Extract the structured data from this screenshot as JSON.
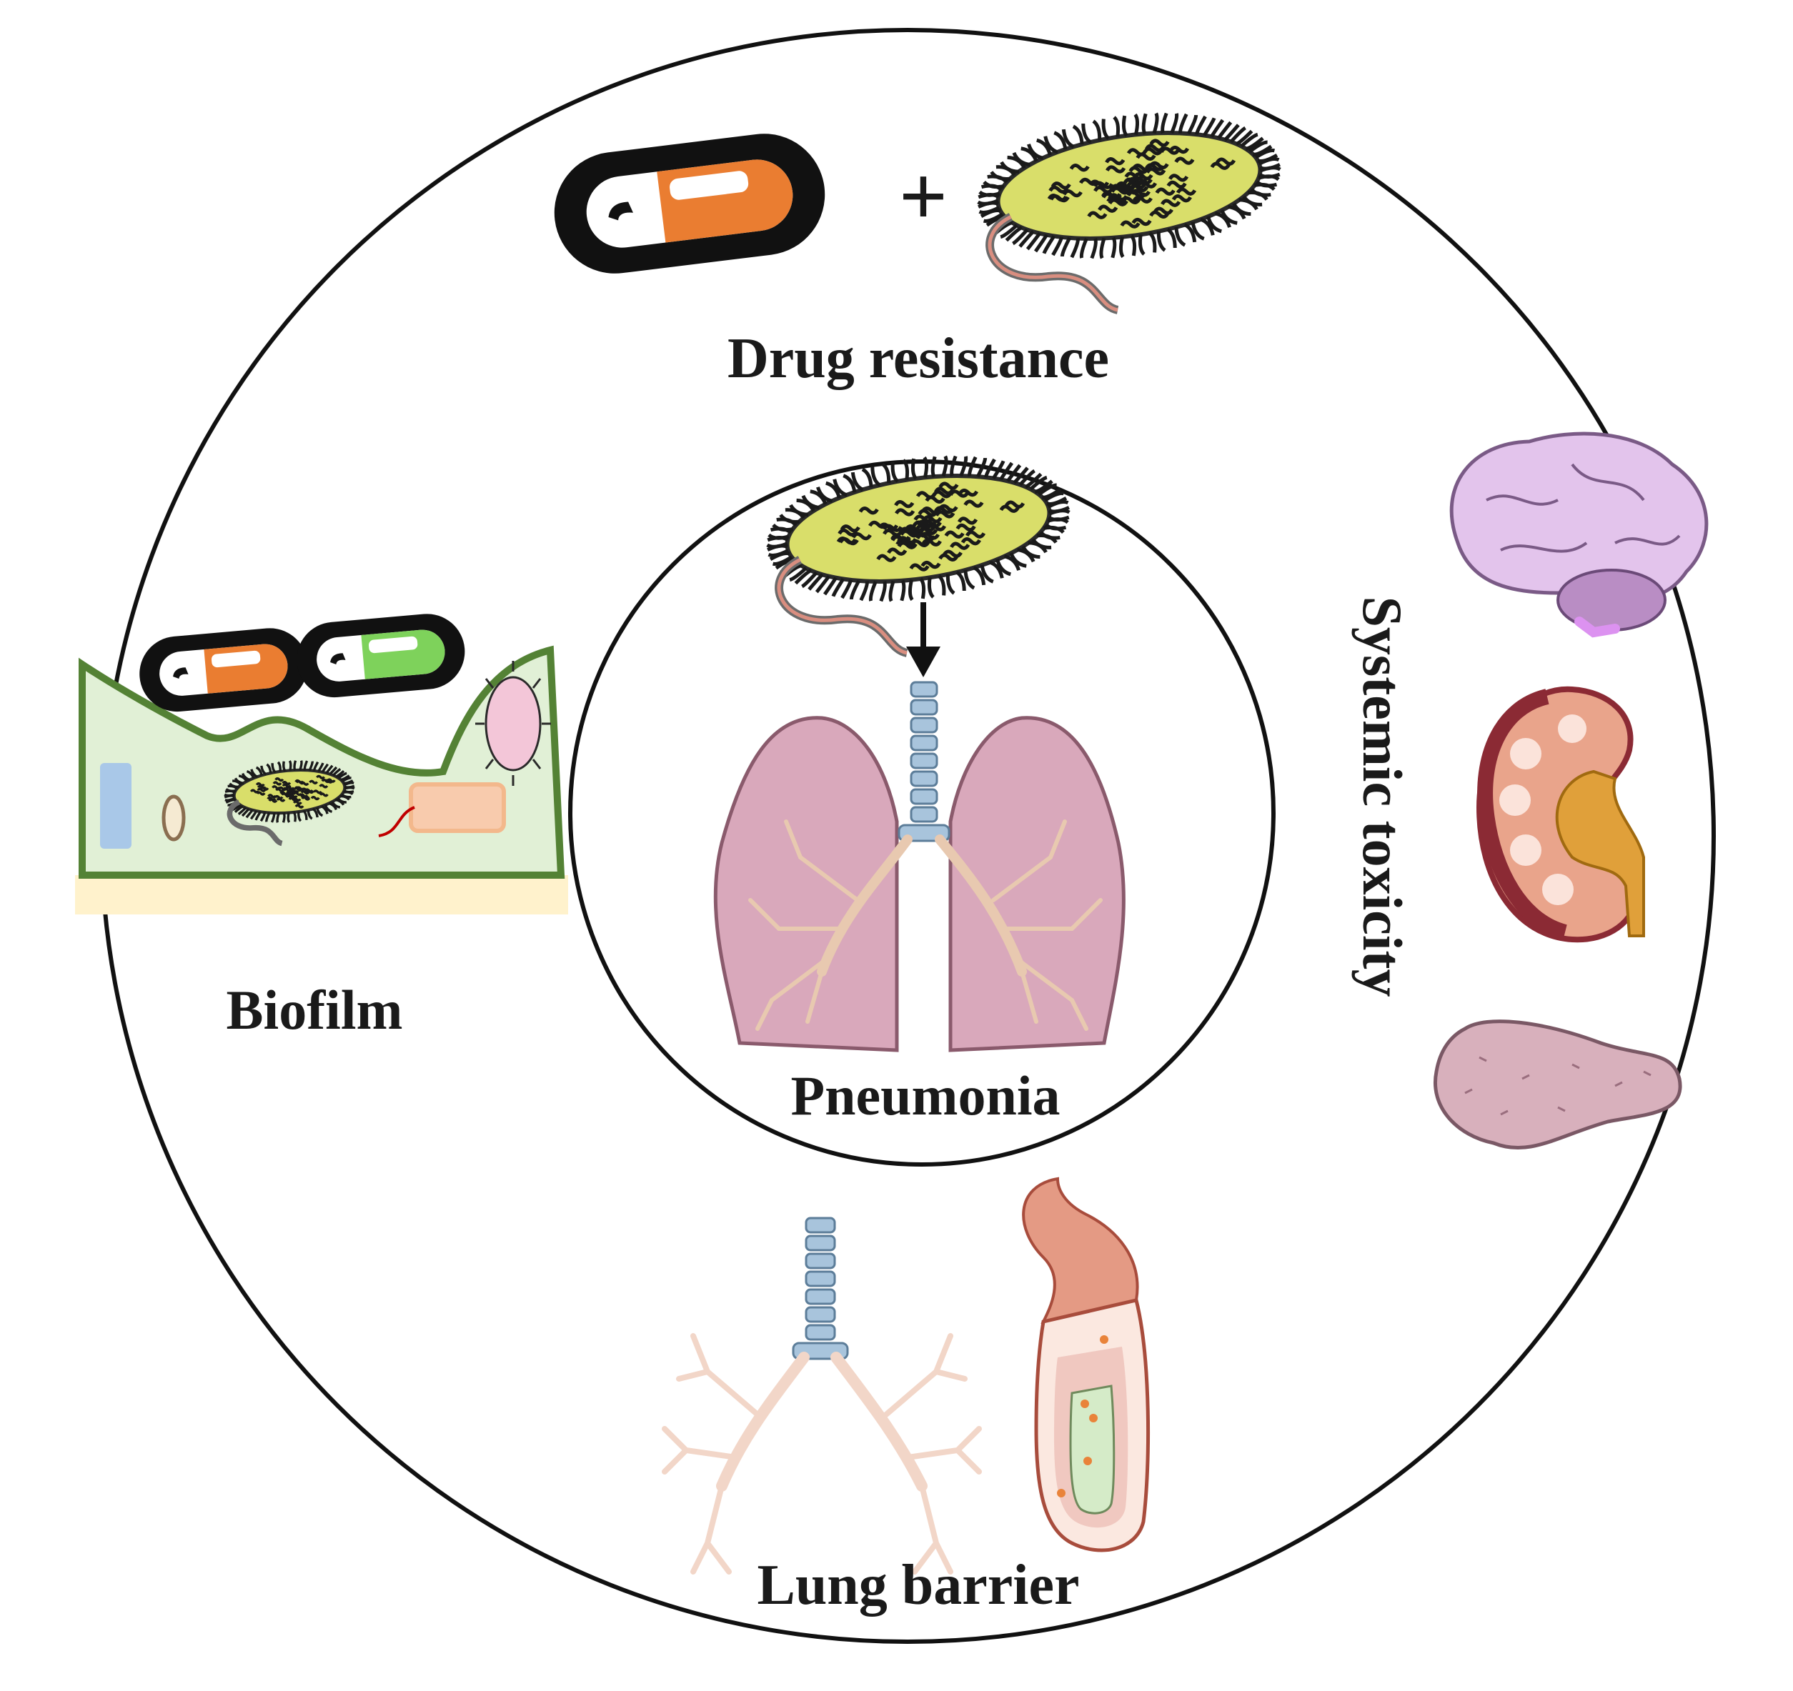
{
  "labels": {
    "drug_resistance": "Drug resistance",
    "plus": "+",
    "biofilm": "Biofilm",
    "pneumonia": "Pneumonia",
    "systemic_toxicity": "Systemic toxicity",
    "lung_barrier": "Lung barrier"
  },
  "icons": {
    "capsule": "capsule-icon",
    "bacterium": "bacterium-icon",
    "lungs": "lungs-icon",
    "bronchial_tree": "bronchial-tree-icon",
    "blood_vessel": "blood-vessel-icon",
    "brain": "brain-icon",
    "kidney": "kidney-icon",
    "liver": "liver-icon",
    "biofilm_matrix": "biofilm-matrix-icon"
  },
  "colors": {
    "capsule_orange": "#ea7d31",
    "capsule_green": "#7ed25b",
    "bacterium_body": "#d9de6a",
    "lung_pink": "#d9a8bb",
    "airway_blue": "#a8c4dc",
    "biofilm_fill": "#e1f0d6",
    "biofilm_edge": "#548235",
    "brain_purple": "#e3c4ec",
    "kidney_red": "#c9525a",
    "liver_pink": "#d8b0bc"
  }
}
